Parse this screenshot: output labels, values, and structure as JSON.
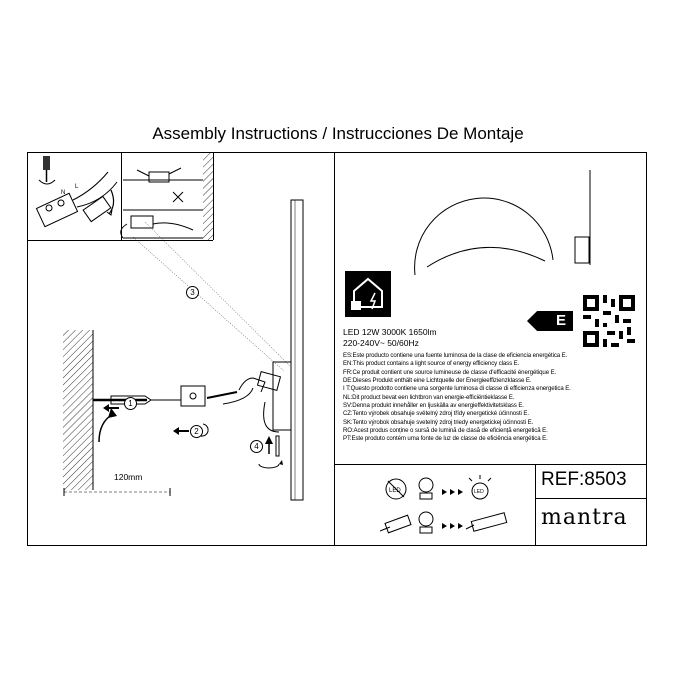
{
  "header": {
    "title": "Assembly Instructions / Instrucciones De Montaje"
  },
  "assembly": {
    "steps": [
      "1",
      "2",
      "3",
      "4"
    ],
    "dimension": "120mm",
    "wire_labels": [
      "N",
      "L"
    ]
  },
  "product": {
    "specs_line1": "LED 12W 3000K 1650lm",
    "specs_line2": "220-240V~ 50/60Hz",
    "energy_class": "E",
    "energy_statements": [
      "ES:Este producto contiene una fuente luminosa de la clase de eficiencia energética E.",
      "EN:This product contains a light source of energy efficiency class E.",
      "FR:Ce produit contient une source lumineuse de classe d'efficacité énergétique E.",
      "DE:Dieses Produkt enthält eine Lichtquelle der Energieeffizienzklasse E.",
      "I T:Questo prodotto contiene una sorgente luminosa di classe di efficienza energetica E.",
      "NL:Dit product bevat een lichtbron van energie-efficiëntieklasse E.",
      "SV:Denna produkt innehåller en ljuskälla av energieffektivitetsklass E.",
      "CZ:Tento výrobek obsahuje světelný zdroj třídy energetické účinnosti E.",
      "SK:Tento výrobok obsahuje svetelný zdroj triedy energetickej účinnosti E.",
      "RO:Acest produs conține o sursă de lumină de clasă de eficiență energetică E.",
      "PT:Este produto contém uma fonte de luz de classe de eficiência energética E."
    ]
  },
  "footer": {
    "ref": "REF:8503",
    "brand": "mantra"
  },
  "icons": [
    "screwdriver-icon",
    "hazard-house-icon",
    "energy-arrow-icon",
    "qr-code-icon",
    "dont-repair-led-icon",
    "led-bulb-icon",
    "connector-icon",
    "driver-box-icon"
  ]
}
